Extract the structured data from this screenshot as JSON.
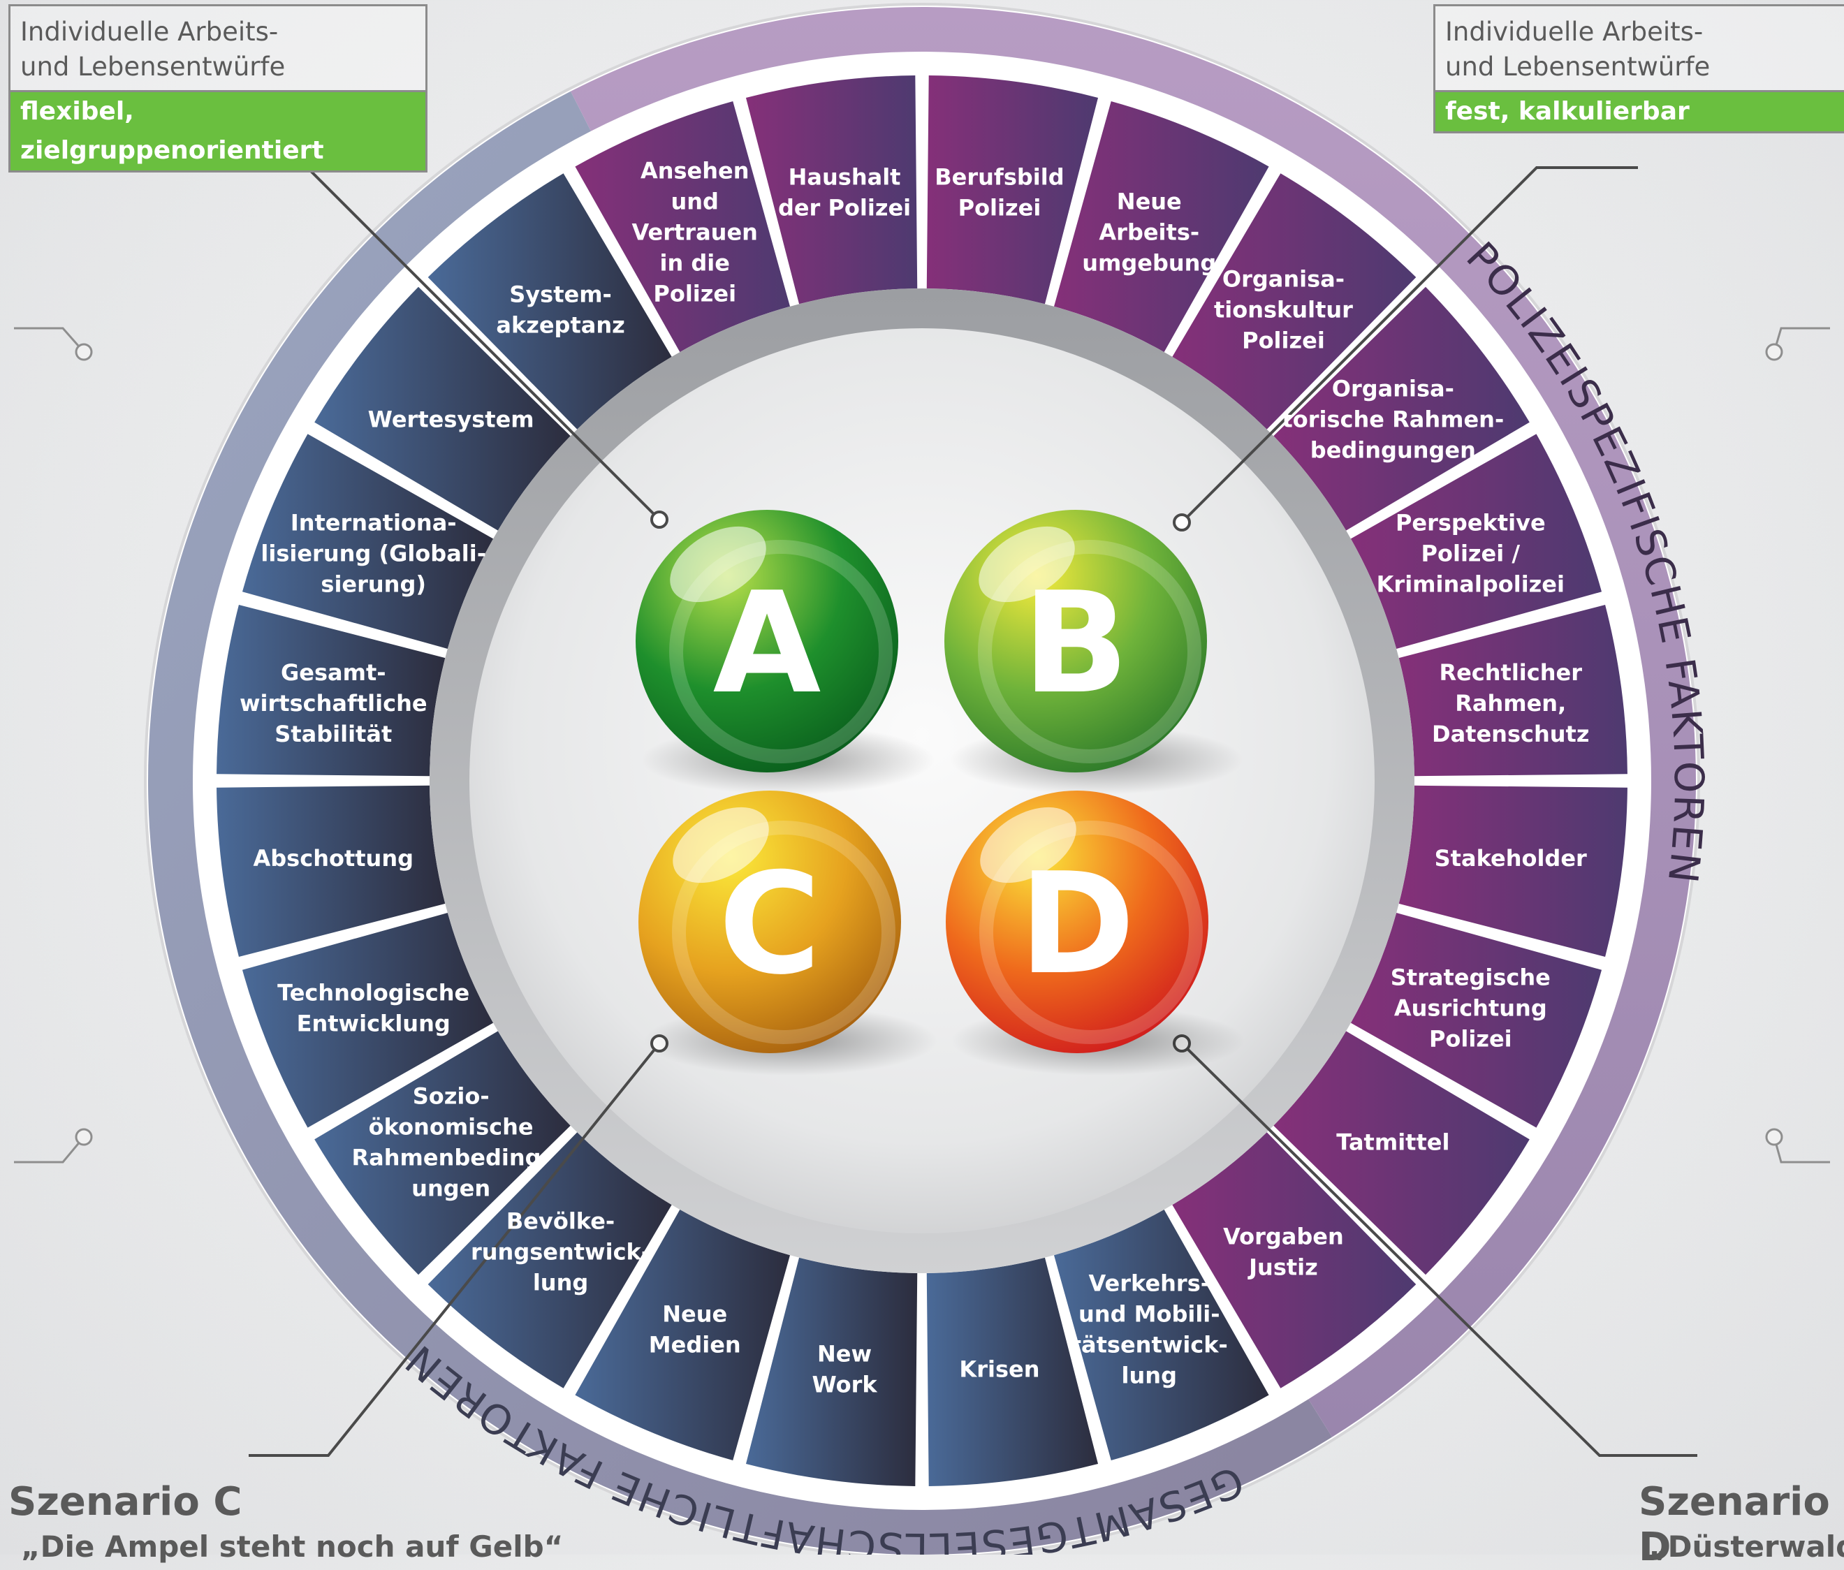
{
  "infobox_left": {
    "line1": "Individuelle Arbeits-",
    "line2": "und Lebensentwürfe",
    "tag": "flexibel, zielgruppenorientiert",
    "tag_color": "#6abf3f"
  },
  "infobox_right": {
    "line1": "Individuelle Arbeits-",
    "line2": "und Lebensentwürfe",
    "tag": "fest, kalkulierbar",
    "tag_color": "#6abf3f"
  },
  "ring_labels": {
    "left": "GESAMTGESELLSCHAFTLICHE FAKTOREN",
    "right": "POLIZEISPEZIFISCHE FAKTOREN"
  },
  "colors": {
    "societal": "#3f5276",
    "police": "#7a3277",
    "outer_left": "#9aa4bd",
    "outer_right": "#a48fb2"
  },
  "segments": [
    {
      "lines": [
        "Berufsbild",
        "Polizei"
      ],
      "group": "police"
    },
    {
      "lines": [
        "Neue",
        "Arbeits-",
        "umgebung"
      ],
      "group": "police"
    },
    {
      "lines": [
        "Organisa-",
        "tionskultur",
        "Polizei"
      ],
      "group": "police"
    },
    {
      "lines": [
        "Organisa-",
        "torische Rahmen-",
        "bedingungen"
      ],
      "group": "police"
    },
    {
      "lines": [
        "Perspektive",
        "Polizei /",
        "Kriminalpolizei"
      ],
      "group": "police"
    },
    {
      "lines": [
        "Rechtlicher",
        "Rahmen,",
        "Datenschutz"
      ],
      "group": "police"
    },
    {
      "lines": [
        "Stakeholder"
      ],
      "group": "police"
    },
    {
      "lines": [
        "Strategische",
        "Ausrichtung",
        "Polizei"
      ],
      "group": "police"
    },
    {
      "lines": [
        "Tatmittel"
      ],
      "group": "police"
    },
    {
      "lines": [
        "Vorgaben",
        "Justiz"
      ],
      "group": "police"
    },
    {
      "lines": [
        "Verkehrs-",
        "und Mobili-",
        "tätsentwick-",
        "lung"
      ],
      "group": "societal"
    },
    {
      "lines": [
        "Krisen"
      ],
      "group": "societal"
    },
    {
      "lines": [
        "New",
        "Work"
      ],
      "group": "societal"
    },
    {
      "lines": [
        "Neue",
        "Medien"
      ],
      "group": "societal"
    },
    {
      "lines": [
        "Bevölke-",
        "rungsentwick-",
        "lung"
      ],
      "group": "societal"
    },
    {
      "lines": [
        "Sozio-",
        "ökonomische",
        "Rahmenbeding-",
        "ungen"
      ],
      "group": "societal"
    },
    {
      "lines": [
        "Technologische",
        "Entwicklung"
      ],
      "group": "societal"
    },
    {
      "lines": [
        "Abschottung"
      ],
      "group": "societal"
    },
    {
      "lines": [
        "Gesamt-",
        "wirtschaftliche",
        "Stabilität"
      ],
      "group": "societal"
    },
    {
      "lines": [
        "Internationa-",
        "lisierung (Globali-",
        "sierung)"
      ],
      "group": "societal"
    },
    {
      "lines": [
        "Wertesystem"
      ],
      "group": "societal"
    },
    {
      "lines": [
        "System-",
        "akzeptanz"
      ],
      "group": "societal"
    },
    {
      "lines": [
        "Ansehen",
        "und",
        "Vertrauen",
        "in die",
        "Polizei"
      ],
      "group": "police"
    },
    {
      "lines": [
        "Haushalt",
        "der Polizei"
      ],
      "group": "police"
    }
  ],
  "spheres": [
    {
      "letter": "A",
      "color_a": "#b9e04a",
      "color_b": "#1e8f2c",
      "color_c": "#0a5e1d"
    },
    {
      "letter": "B",
      "color_a": "#f4ea3c",
      "color_b": "#6fb33a",
      "color_c": "#2d7a2a"
    },
    {
      "letter": "C",
      "color_a": "#fbe93a",
      "color_b": "#e6a21f",
      "color_c": "#a8620f"
    },
    {
      "letter": "D",
      "color_a": "#fbe53a",
      "color_b": "#ef6a1c",
      "color_c": "#d01d1d"
    }
  ],
  "scenarios": {
    "c_title": "Szenario C",
    "c_subtitle": "„Die Ampel steht noch auf Gelb“",
    "d_title": "Szenario D",
    "d_subtitle": "„Düsterwald“"
  }
}
